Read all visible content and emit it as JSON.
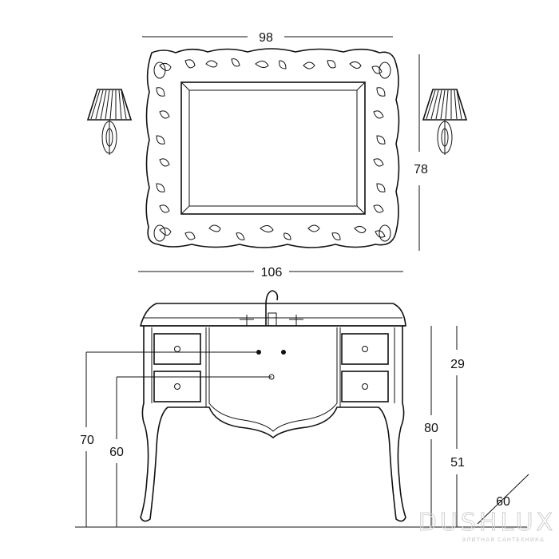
{
  "diagram": {
    "type": "furniture-dimension-drawing",
    "units": "cm"
  },
  "dimensions": {
    "mirror_width": "98",
    "mirror_height": "78",
    "vanity_width": "106",
    "vanity_height": "80",
    "upper_height": "29",
    "lower_height": "51",
    "drawer_height_top": "70",
    "drawer_height_bottom": "60",
    "depth": "60"
  },
  "watermark": {
    "brand": "DUSHLUX",
    "tagline": "ЭЛИТНАЯ САНТЕХНИКА"
  },
  "icons": [
    "wall-sconce-icon",
    "ornate-mirror-icon",
    "vanity-cabinet-icon",
    "faucet-icon"
  ],
  "colors": {
    "line": "#111111",
    "background": "#ffffff",
    "watermark": "#cfcfcf"
  }
}
